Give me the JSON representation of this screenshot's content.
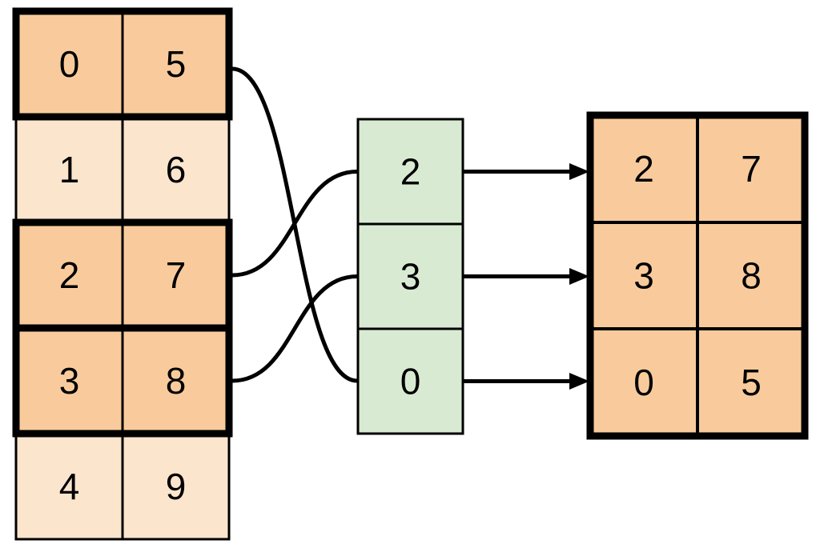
{
  "figure": {
    "description": "Row-gather indexing diagram: highlighted rows of a source table are selected by an index column to form a result table",
    "source_table": {
      "rows": [
        {
          "cells": [
            "0",
            "5"
          ],
          "highlighted": true
        },
        {
          "cells": [
            "1",
            "6"
          ],
          "highlighted": false
        },
        {
          "cells": [
            "2",
            "7"
          ],
          "highlighted": true
        },
        {
          "cells": [
            "3",
            "8"
          ],
          "highlighted": true
        },
        {
          "cells": [
            "4",
            "9"
          ],
          "highlighted": false
        }
      ]
    },
    "index_column": {
      "cells": [
        "2",
        "3",
        "0"
      ]
    },
    "result_table": {
      "rows": [
        {
          "cells": [
            "2",
            "7"
          ]
        },
        {
          "cells": [
            "3",
            "8"
          ]
        },
        {
          "cells": [
            "0",
            "5"
          ]
        }
      ]
    },
    "connections": [
      {
        "from": "source-row-0",
        "to": "index-cell-0"
      },
      {
        "from": "source-row-2",
        "to": "index-cell-2"
      },
      {
        "from": "source-row-3",
        "to": "index-cell-3"
      },
      {
        "from": "index-cell-2",
        "to": "result-row-0"
      },
      {
        "from": "index-cell-3",
        "to": "result-row-1"
      },
      {
        "from": "index-cell-0",
        "to": "result-row-2"
      }
    ],
    "colors": {
      "highlight_fill": "#F9CB9C",
      "muted_fill": "#FCE5CD",
      "index_fill": "#D9EAD3",
      "line": "#000000",
      "background": "#FFFFFF"
    }
  }
}
